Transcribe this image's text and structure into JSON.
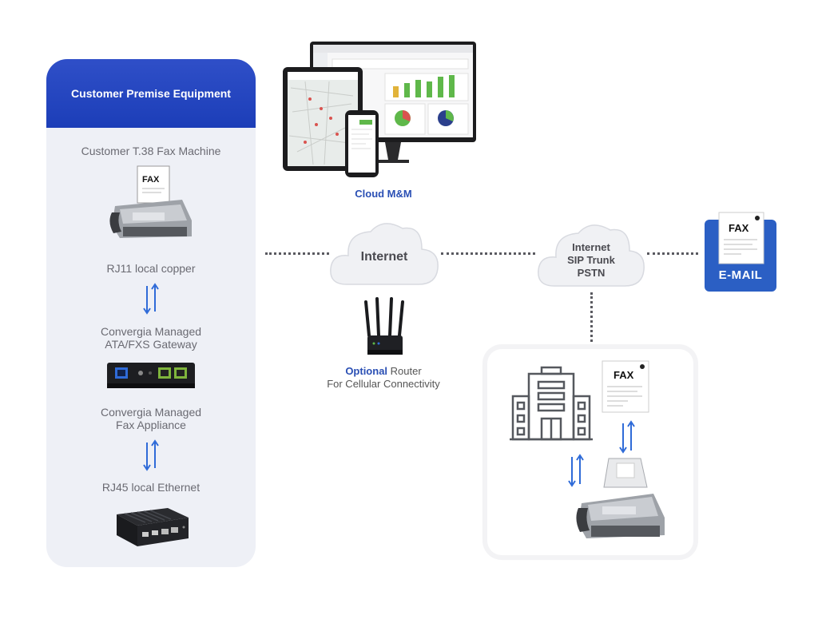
{
  "cpe": {
    "header": "Customer Premise Equipment",
    "fax_machine_label": "Customer T.38 Fax Machine",
    "copper_label": "RJ11 local copper",
    "ata_label_line1": "Convergia Managed",
    "ata_label_line2": "ATA/FXS Gateway",
    "appliance_label_line1": "Convergia Managed",
    "appliance_label_line2": "Fax Appliance",
    "ethernet_label": "RJ45 local Ethernet"
  },
  "cloud_mm": {
    "label": "Cloud M&M"
  },
  "internet_cloud": {
    "label": "Internet"
  },
  "trunk_cloud": {
    "line1": "Internet",
    "line2": "SIP Trunk",
    "line3": "PSTN"
  },
  "router": {
    "optional": "Optional",
    "router_word": "Router",
    "line2": "For Cellular Connectivity"
  },
  "email": {
    "label": "E-MAIL",
    "fax_text": "FAX"
  },
  "fax_paper_text": "FAX",
  "colors": {
    "brand_blue": "#1c3eb8",
    "arrow_blue": "#2f6bd8",
    "email_blue": "#2b5fc4"
  }
}
